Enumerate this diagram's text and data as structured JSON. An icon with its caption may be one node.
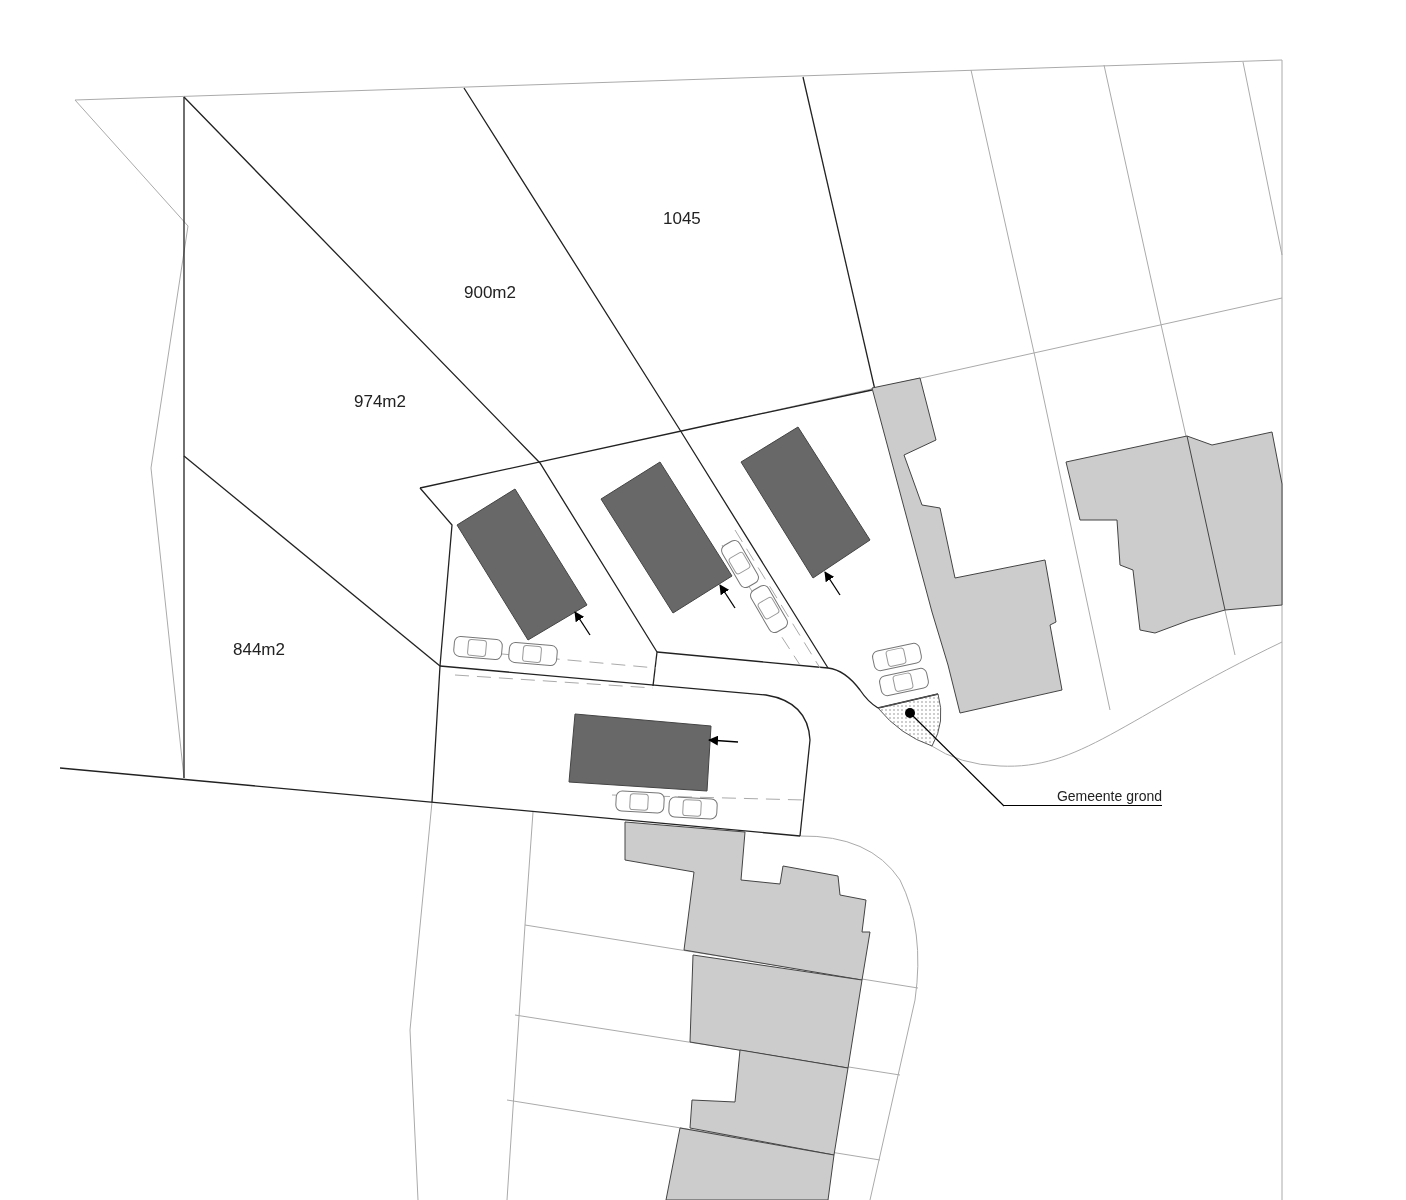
{
  "diagram": {
    "nodes": [
      {
        "text": [
          "Gemeente grond"
        ]
      },
      {
        "text": [],
        "shape": "circle"
      }
    ],
    "edges": [
      {
        "from": 0,
        "to": 1,
        "arrow": "other"
      }
    ],
    "labels": [
      "1045",
      "900m2",
      "974m2",
      "844m2"
    ]
  }
}
